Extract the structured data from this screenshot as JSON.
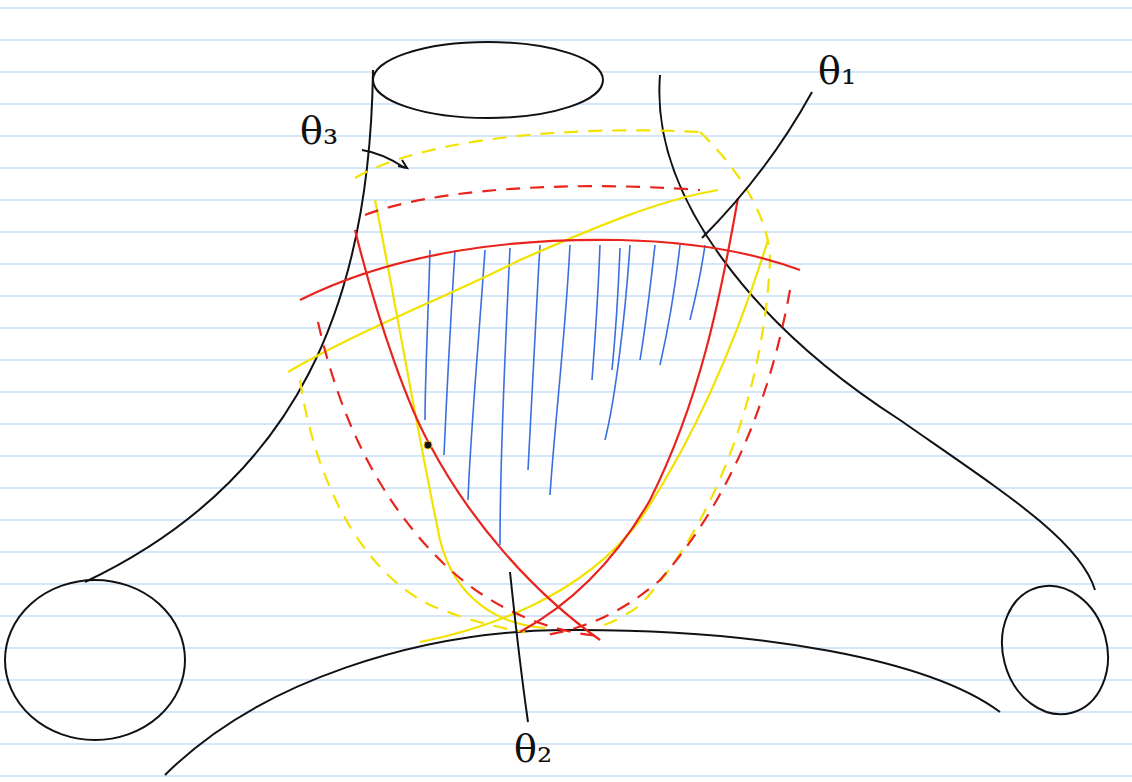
{
  "diagram": {
    "labels": [
      "θ₁",
      "θ₃",
      "θ₂"
    ]
  }
}
